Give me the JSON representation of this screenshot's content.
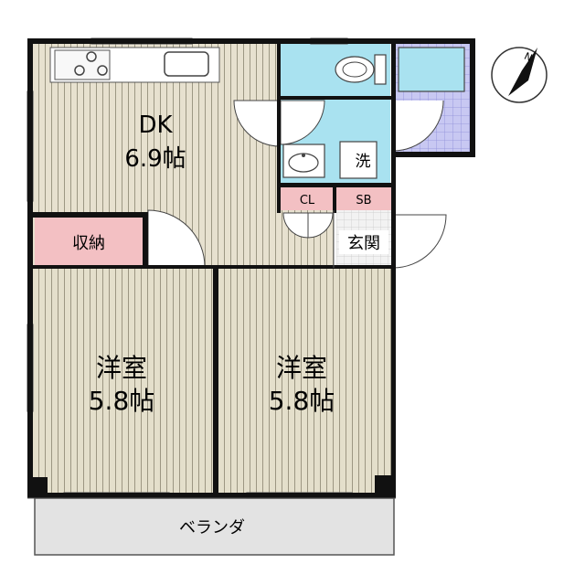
{
  "rooms": {
    "dk": {
      "name": "DK",
      "size": "6.9帖"
    },
    "western1": {
      "name": "洋室",
      "size": "5.8帖"
    },
    "western2": {
      "name": "洋室",
      "size": "5.8帖"
    },
    "storage": {
      "name": "収納"
    },
    "closet": {
      "name": "CL"
    },
    "shoe_box": {
      "name": "SB"
    },
    "entrance": {
      "name": "玄関"
    },
    "washer": {
      "name": "洗"
    },
    "balcony": {
      "name": "ベランダ"
    }
  },
  "compass": {
    "north_label": "N"
  },
  "colors": {
    "wall": "#111111",
    "floor_dk": "#e7e1cf",
    "floor_room": "#e4dfcb",
    "wet_area": "#a9e2f0",
    "tile_floor": "#c8c8f2",
    "storage": "#f3c0c3",
    "balcony": "#e3e3e3"
  }
}
